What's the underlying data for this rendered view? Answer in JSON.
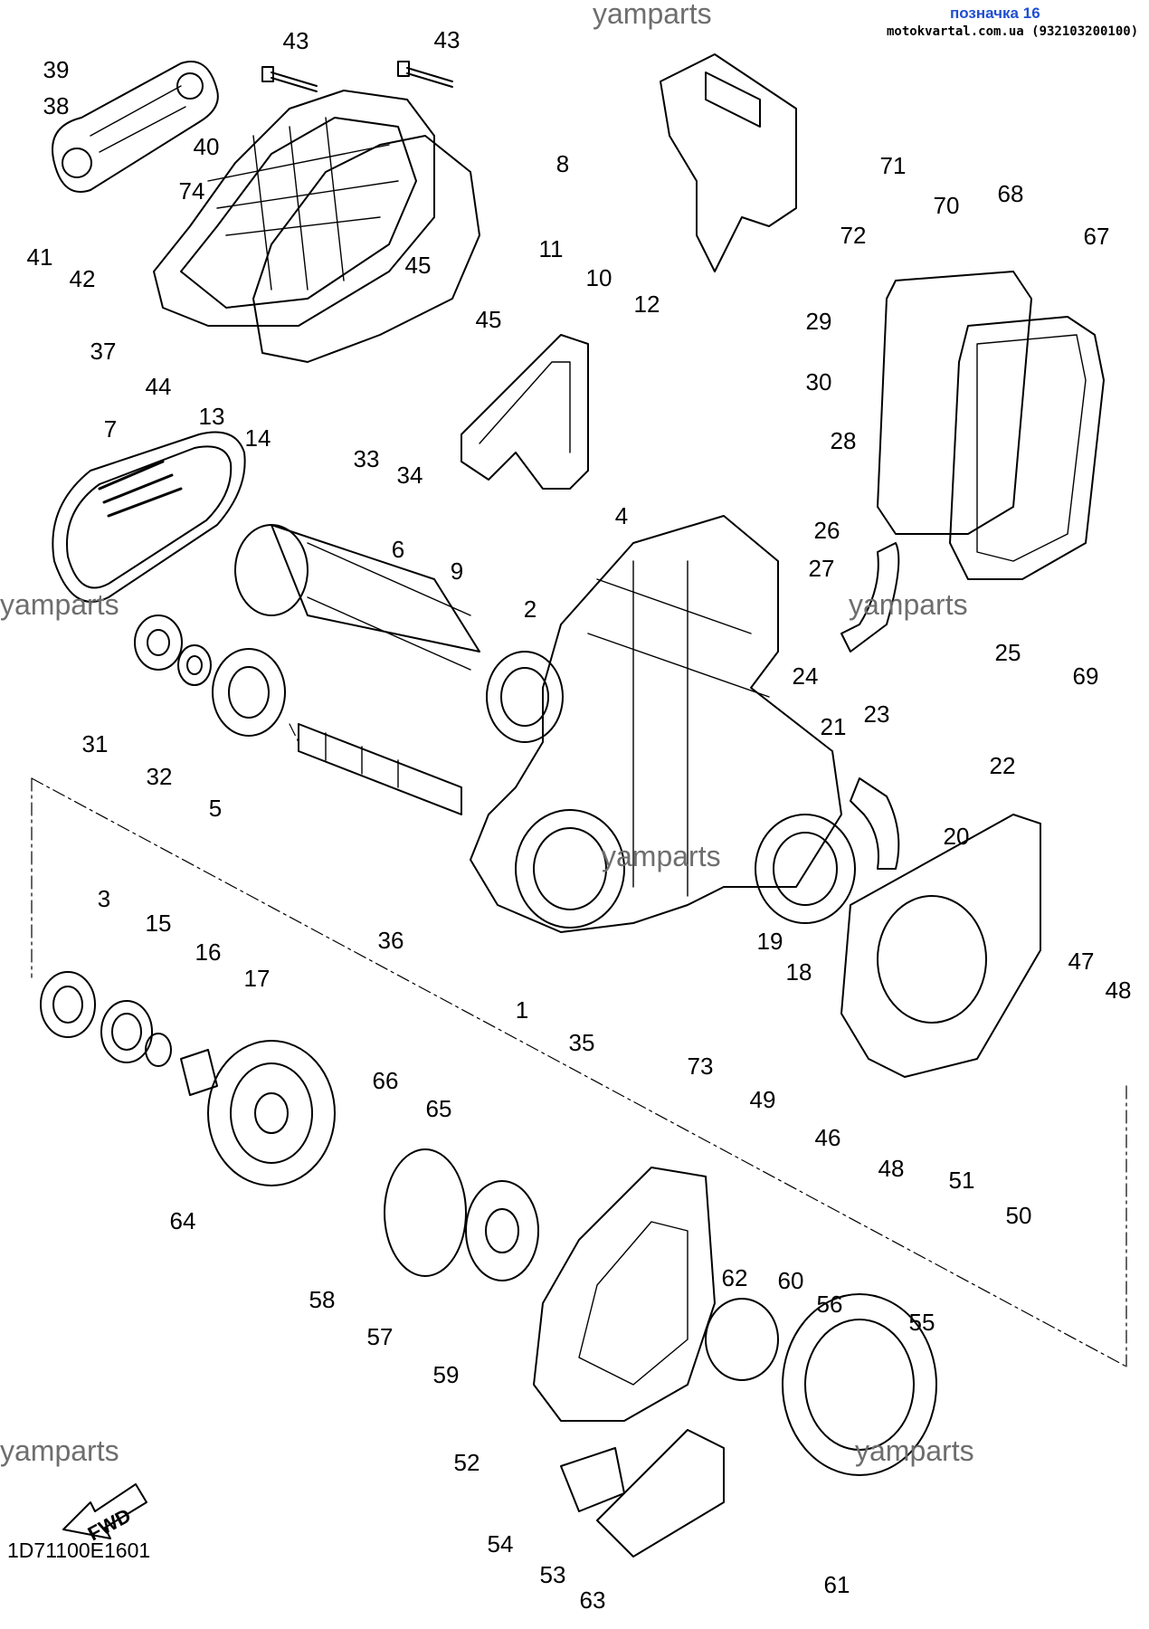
{
  "header": {
    "title": "позначка 16",
    "site": "motokvartal.com.ua (932103200100)"
  },
  "watermarks": [
    "yamparts",
    "yamparts",
    "yamparts",
    "yamparts",
    "yamparts",
    "yamparts"
  ],
  "diagram_code": "1D71100E1601",
  "fwd_label": "FWD",
  "part_numbers": [
    "39",
    "38",
    "40",
    "74",
    "41",
    "42",
    "37",
    "43",
    "43",
    "8",
    "45",
    "45",
    "44",
    "13",
    "14",
    "7",
    "33",
    "34",
    "11",
    "10",
    "12",
    "9",
    "4",
    "29",
    "30",
    "28",
    "26",
    "27",
    "71",
    "72",
    "70",
    "68",
    "67",
    "69",
    "6",
    "2",
    "31",
    "32",
    "5",
    "36",
    "1",
    "35",
    "73",
    "19",
    "18",
    "3",
    "15",
    "16",
    "17",
    "25",
    "24",
    "23",
    "21",
    "22",
    "20",
    "47",
    "48",
    "49",
    "46",
    "48",
    "51",
    "50",
    "66",
    "65",
    "64",
    "58",
    "57",
    "59",
    "62",
    "60",
    "56",
    "55",
    "52",
    "54",
    "53",
    "63",
    "61"
  ],
  "colors": {
    "line": "#000000",
    "watermark": "#6e6e6e",
    "header": "#1f4fd0"
  }
}
